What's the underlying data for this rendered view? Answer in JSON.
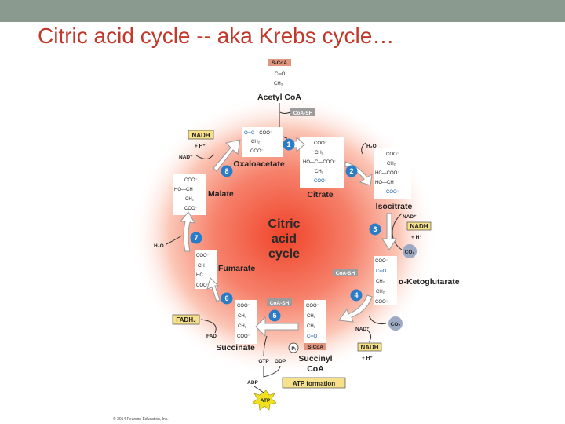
{
  "slide": {
    "title": "Citric acid cycle -- aka Krebs cycle…"
  },
  "diagram": {
    "center": [
      "Citric",
      "acid",
      "cycle"
    ],
    "molecules": {
      "acetyl_coa": "Acetyl CoA",
      "oxaloacetate": "Oxaloacetate",
      "citrate": "Citrate",
      "isocitrate": "Isocitrate",
      "ketoglutarate": "α-Ketoglutarate",
      "succinyl_coa_1": "Succinyl",
      "succinyl_coa_2": "CoA",
      "succinate": "Succinate",
      "fumarate": "Fumarate",
      "malate": "Malate"
    },
    "step_numbers": [
      "1",
      "2",
      "3",
      "4",
      "5",
      "6",
      "7",
      "8"
    ],
    "cofactors": {
      "nadh_top": "NADH",
      "h_plus_top": "+ H⁺",
      "nad_top": "NAD⁺",
      "h2o_top": "H₂O",
      "nad_3": "NAD⁺",
      "nadh_3": "NADH",
      "h_plus_3": "+ H⁺",
      "co2_3": "CO₂",
      "coa_sh_top": "CoA-SH",
      "coa_sh_4": "CoA-SH",
      "nad_4": "NAD⁺",
      "co2_4": "CO₂",
      "nadh_4": "NADH",
      "h_plus_4": "+ H⁺",
      "coa_sh_5": "CoA-SH",
      "pi": "Pᵢ",
      "s_coa_5": "S-CoA",
      "gtp": "GTP",
      "gdp": "GDP",
      "adp": "ADP",
      "atp": "ATP",
      "atp_formation": "ATP formation",
      "fadh2": "FADH₂",
      "fad": "FAD",
      "h2o_7": "H₂O",
      "s_coa_top": "S-CoA"
    },
    "copyright": "© 2014 Pearson Education, Inc."
  }
}
